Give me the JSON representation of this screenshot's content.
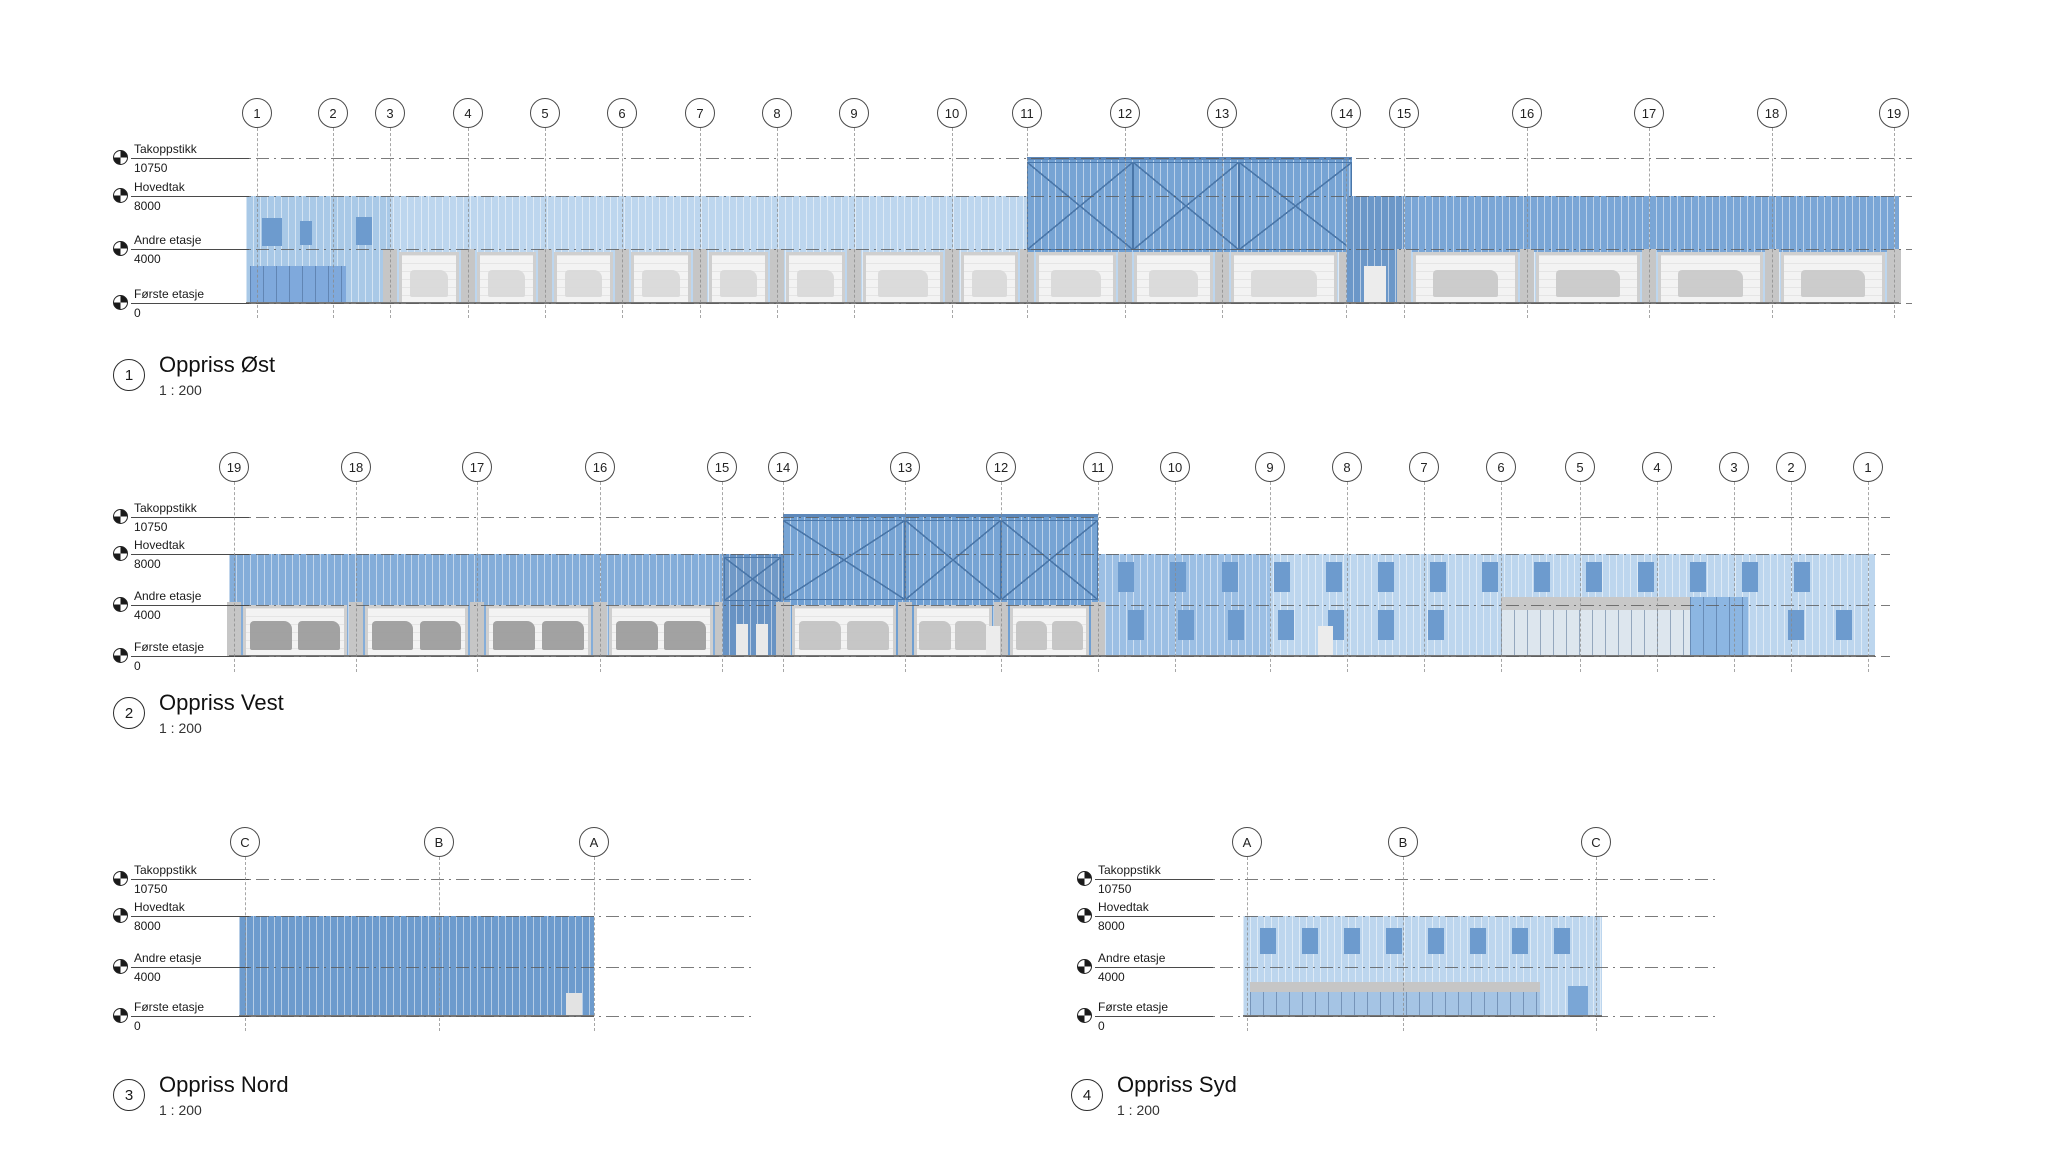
{
  "drawing": {
    "views": [
      {
        "number": "1",
        "title": "Oppriss Øst",
        "scale": "1 : 200",
        "grids": [
          "1",
          "2",
          "3",
          "4",
          "5",
          "6",
          "7",
          "8",
          "9",
          "10",
          "11",
          "12",
          "13",
          "14",
          "15",
          "16",
          "17",
          "18",
          "19"
        ],
        "levels": [
          {
            "name": "Takoppstikk",
            "elevation": "10750"
          },
          {
            "name": "Hovedtak",
            "elevation": "8000"
          },
          {
            "name": "Andre etasje",
            "elevation": "4000"
          },
          {
            "name": "Første etasje",
            "elevation": "0"
          }
        ]
      },
      {
        "number": "2",
        "title": "Oppriss Vest",
        "scale": "1 : 200",
        "grids": [
          "19",
          "18",
          "17",
          "16",
          "15",
          "14",
          "13",
          "12",
          "11",
          "10",
          "9",
          "8",
          "7",
          "6",
          "5",
          "4",
          "3",
          "2",
          "1"
        ],
        "levels": [
          {
            "name": "Takoppstikk",
            "elevation": "10750"
          },
          {
            "name": "Hovedtak",
            "elevation": "8000"
          },
          {
            "name": "Andre etasje",
            "elevation": "4000"
          },
          {
            "name": "Første etasje",
            "elevation": "0"
          }
        ]
      },
      {
        "number": "3",
        "title": "Oppriss Nord",
        "scale": "1 : 200",
        "grids": [
          "C",
          "B",
          "A"
        ],
        "levels": [
          {
            "name": "Takoppstikk",
            "elevation": "10750"
          },
          {
            "name": "Hovedtak",
            "elevation": "8000"
          },
          {
            "name": "Andre etasje",
            "elevation": "4000"
          },
          {
            "name": "Første etasje",
            "elevation": "0"
          }
        ]
      },
      {
        "number": "4",
        "title": "Oppriss Syd",
        "scale": "1 : 200",
        "grids": [
          "A",
          "B",
          "C"
        ],
        "levels": [
          {
            "name": "Takoppstikk",
            "elevation": "10750"
          },
          {
            "name": "Hovedtak",
            "elevation": "8000"
          },
          {
            "name": "Andre etasje",
            "elevation": "4000"
          },
          {
            "name": "Første etasje",
            "elevation": "0"
          }
        ]
      }
    ],
    "icons": {
      "level_datum": "quadrant-circle",
      "grid_head": "circle-bubble"
    },
    "colors": {
      "facade_light": "#bdd6ee",
      "facade_mid": "#8fb6de",
      "facade_dark": "#6f9fd2",
      "brace": "#4a76a8",
      "frame_gray": "#c6c6c6",
      "door_white": "#f3f3f3",
      "window_blue": "#6d9bce",
      "ground_line": "#777777"
    }
  }
}
